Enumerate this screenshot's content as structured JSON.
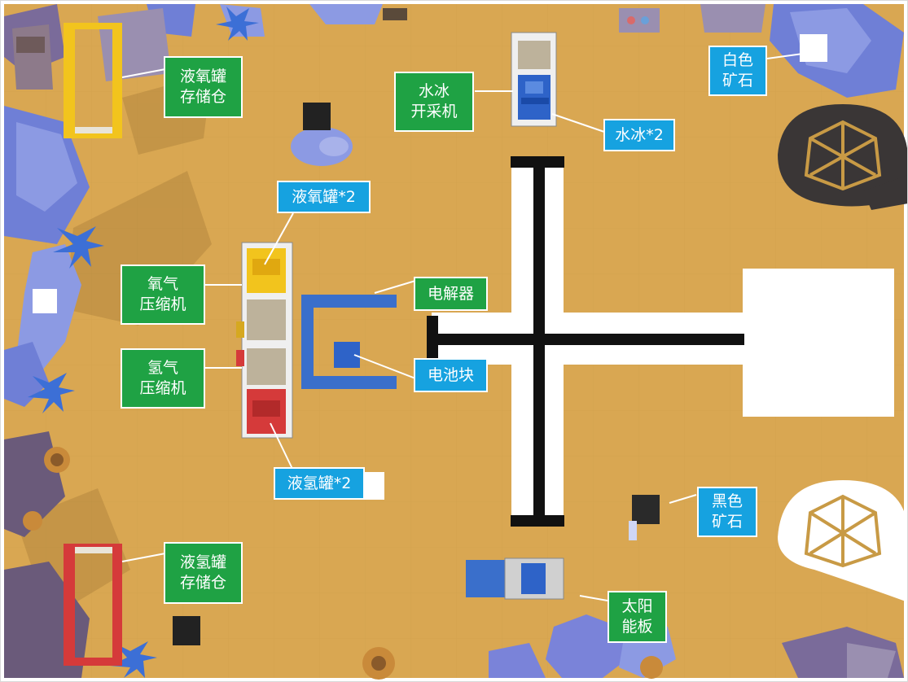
{
  "colors": {
    "field": "#d9a752",
    "label_green": "#1fa244",
    "label_cyan": "#16a2e0",
    "oxygen_yellow": "#f2c41d",
    "hydrogen_red": "#d53a3a",
    "electrolyzer_blue": "#3a6fcb",
    "track_black": "#111111",
    "track_white": "#ffffff",
    "rock_blue": "#6f7fd6"
  },
  "labels": {
    "lox_storage": [
      "液氧罐",
      "存储仓"
    ],
    "ice_miner": [
      "水冰",
      "开采机"
    ],
    "water_ice": "水冰*2",
    "white_ore": [
      "白色",
      "矿石"
    ],
    "lox_tank": "液氧罐*2",
    "oxygen_compressor": [
      "氧气",
      "压缩机"
    ],
    "electrolyzer": "电解器",
    "hydrogen_compressor": [
      "氢气",
      "压缩机"
    ],
    "battery_block": "电池块",
    "lh2_tank": "液氢罐*2",
    "black_ore": [
      "黑色",
      "矿石"
    ],
    "lh2_storage": [
      "液氢罐",
      "存储仓"
    ],
    "solar_panel": [
      "太阳",
      "能板"
    ]
  }
}
